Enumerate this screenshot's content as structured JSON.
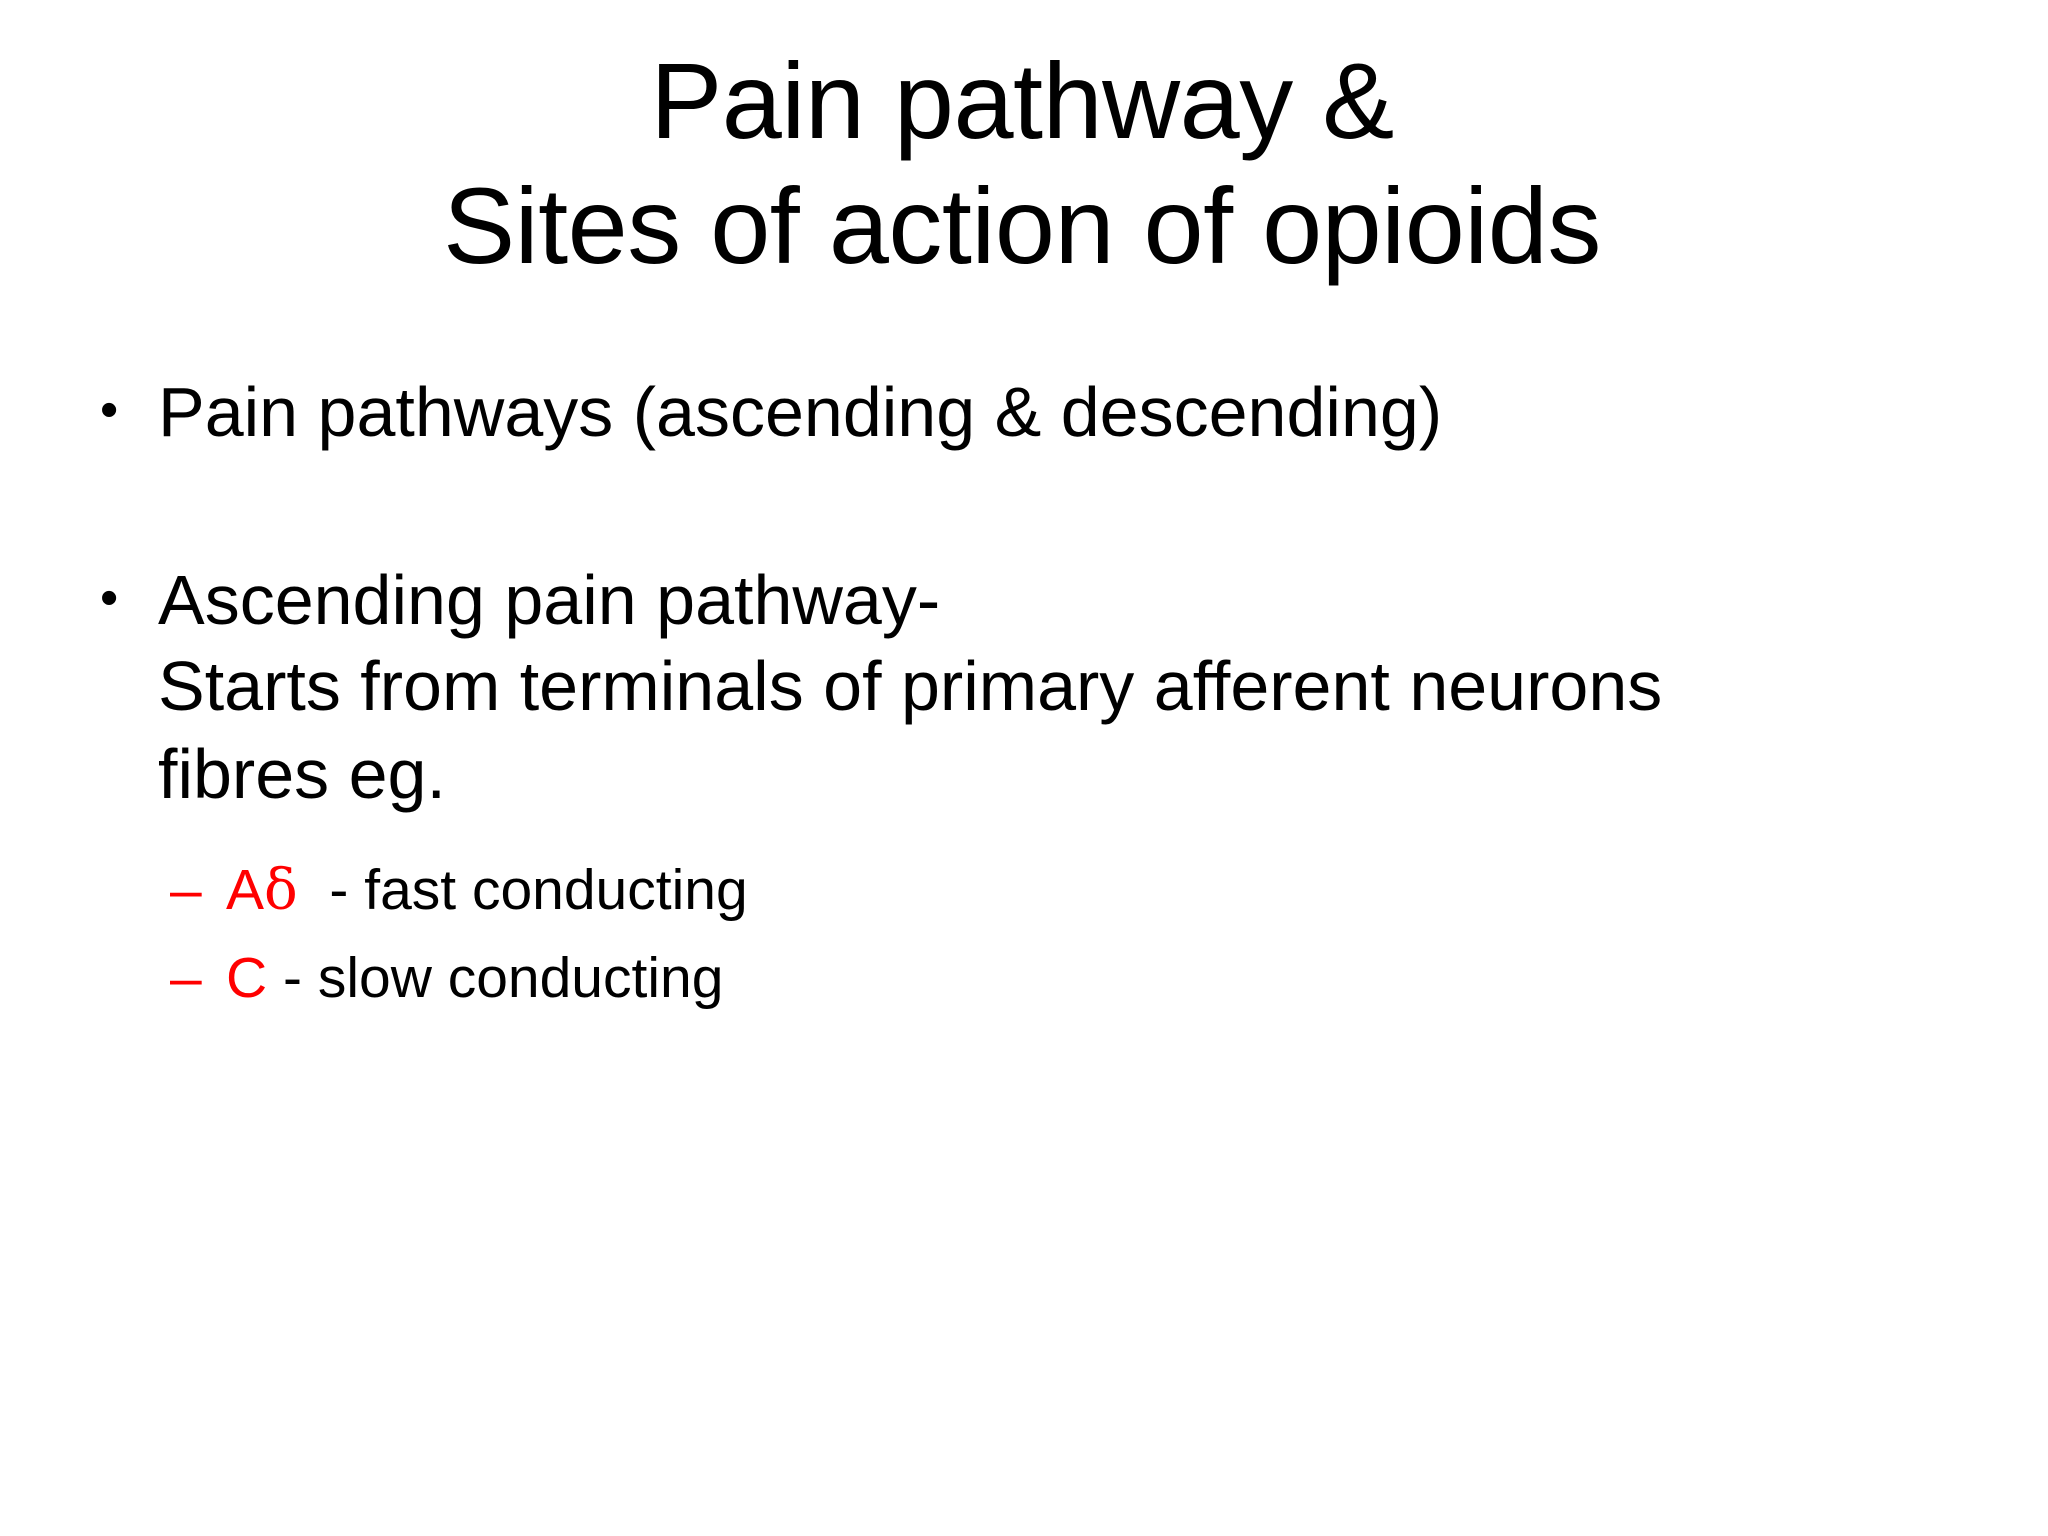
{
  "slide": {
    "background_color": "#FFFFFF",
    "title": "Pain pathway &\nSites of action of opioids",
    "title_line_1": "Pain pathway &",
    "title_line_2": "Sites of action of opioids",
    "accent_color": "#FF0000",
    "text_color": "#000000"
  },
  "body": {
    "bullet_marker": "•",
    "sub_bullet_marker": "–",
    "bullets": [
      {
        "text": "Pain pathways (ascending & descending)"
      },
      {
        "text": "Ascending pain pathway-"
      }
    ],
    "paragraph": "Starts from terminals of primary afferent neurons fibres eg.",
    "sub_bullets": [
      {
        "fiber_prefix": "A",
        "fiber_greek": "δ",
        "fiber_label": "Aδ",
        "description": "  - fast conducting"
      },
      {
        "fiber_prefix": "C",
        "fiber_greek": "",
        "fiber_label": "C",
        "description": " - slow conducting"
      }
    ]
  }
}
